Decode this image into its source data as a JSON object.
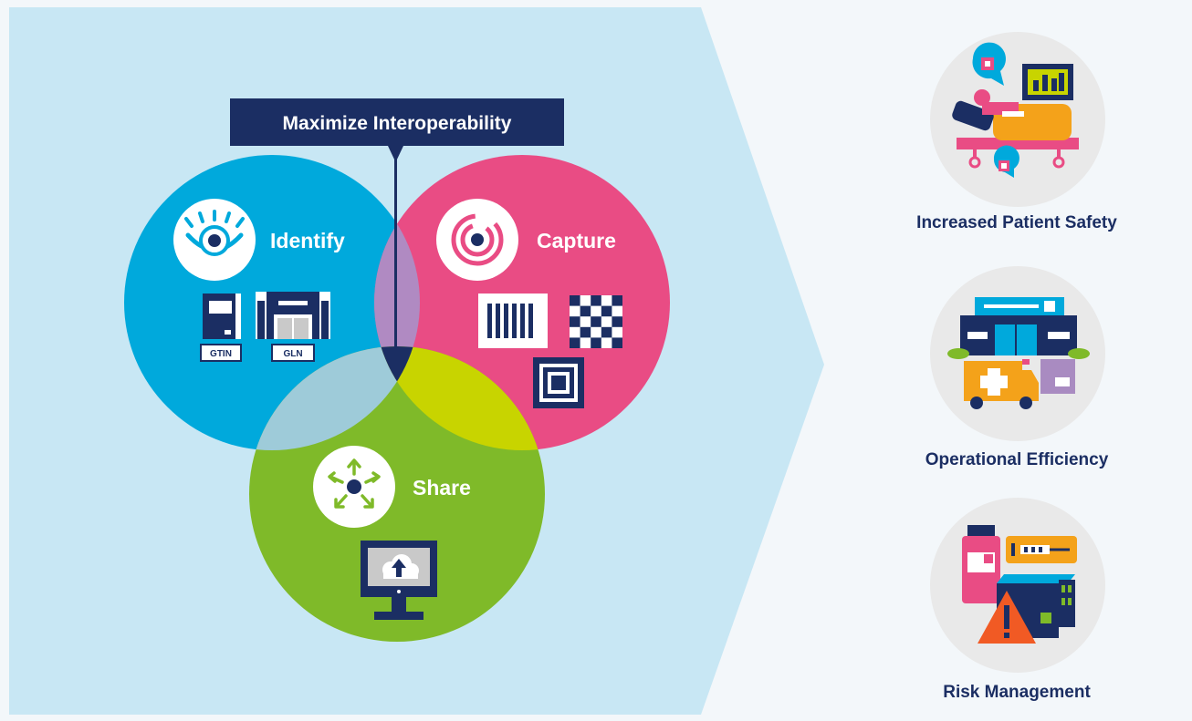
{
  "header": {
    "title": "Maximize Interoperability"
  },
  "circles": {
    "identify": {
      "label": "Identify",
      "color": "#00a9dc",
      "keys": [
        "GTIN",
        "GLN"
      ]
    },
    "capture": {
      "label": "Capture",
      "color": "#e94c84"
    },
    "share": {
      "label": "Share",
      "color": "#7fba29"
    }
  },
  "overlaps": {
    "identify_capture": "#b08ac2",
    "identify_share": "#9ecbd9",
    "capture_share": "#c8d400",
    "center": "#1b2e63"
  },
  "outcomes": [
    {
      "label": "Increased Patient Safety"
    },
    {
      "label": "Operational Efficiency"
    },
    {
      "label": "Risk Management"
    }
  ],
  "colors": {
    "navy": "#1b2e63",
    "panel_bg": "#c8e7f4",
    "page_bg": "#f3f7fa",
    "outcome_circle": "#e9e9e9",
    "orange": "#f4a21a",
    "pink": "#e94c84",
    "teal": "#00a9dc",
    "purple": "#a98bc1",
    "green": "#7fba29"
  }
}
